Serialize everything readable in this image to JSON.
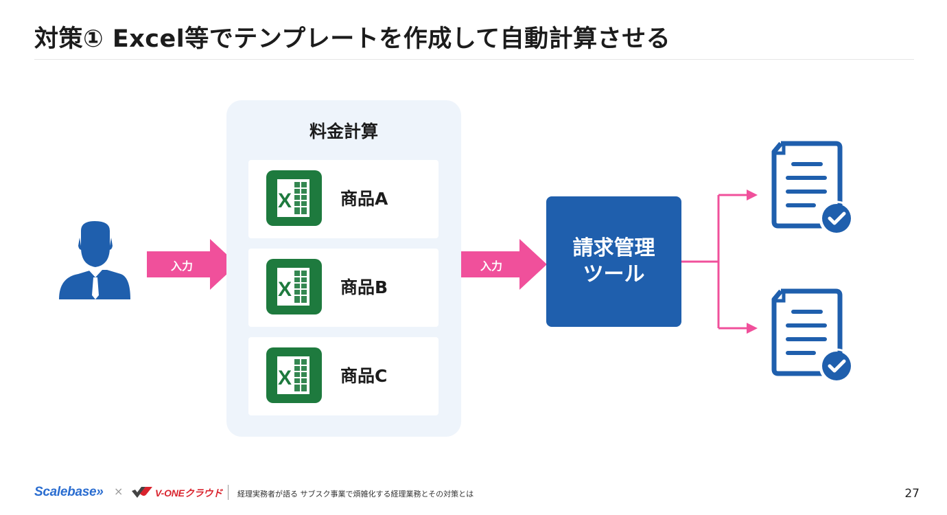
{
  "title": "対策① Excel等でテンプレートを作成して自動計算させる",
  "panel": {
    "title": "料金計算",
    "items": [
      {
        "label": "商品A"
      },
      {
        "label": "商品B"
      },
      {
        "label": "商品C"
      }
    ],
    "file_icon_letter": "X"
  },
  "arrows": {
    "input_label_1": "入力",
    "input_label_2": "入力"
  },
  "tool": {
    "line1": "請求管理",
    "line2": "ツール"
  },
  "colors": {
    "accent_blue": "#1f5fad",
    "panel_bg": "#eef4fb",
    "arrow_pink": "#f0509b",
    "excel_green": "#1e7a3e"
  },
  "icons": {
    "user": "user-icon",
    "spreadsheet": "excel-icon",
    "document": "document-check-icon"
  },
  "footer": {
    "brand1": "Scalebase",
    "brand1_suffix": "»",
    "times": "×",
    "brand2": "V-ONEクラウド",
    "description": "経理実務者が語る サブスク事業で煩雑化する経理業務とその対策とは",
    "page_number": "27"
  }
}
